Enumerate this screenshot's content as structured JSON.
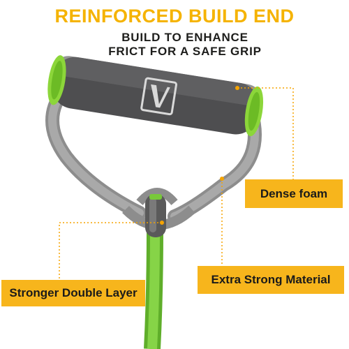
{
  "header": {
    "title": "REINFORCED BUILD END",
    "subtitle_line1": "BUILD TO ENHANCE",
    "subtitle_line2": "FRICT FOR A SAFE GRIP"
  },
  "callouts": {
    "foam": "Dense foam",
    "material": "Extra Strong Material",
    "double_layer": "Stronger Double Layer"
  },
  "colors": {
    "accent": "#f5b300",
    "label_bg": "#f7b51c",
    "handle_foam": "#555557",
    "strap": "#9a9a9a",
    "tube": "#7ec83a",
    "end_cap": "#8fd63a"
  },
  "icons": {
    "logo": "brand-logo-icon"
  }
}
